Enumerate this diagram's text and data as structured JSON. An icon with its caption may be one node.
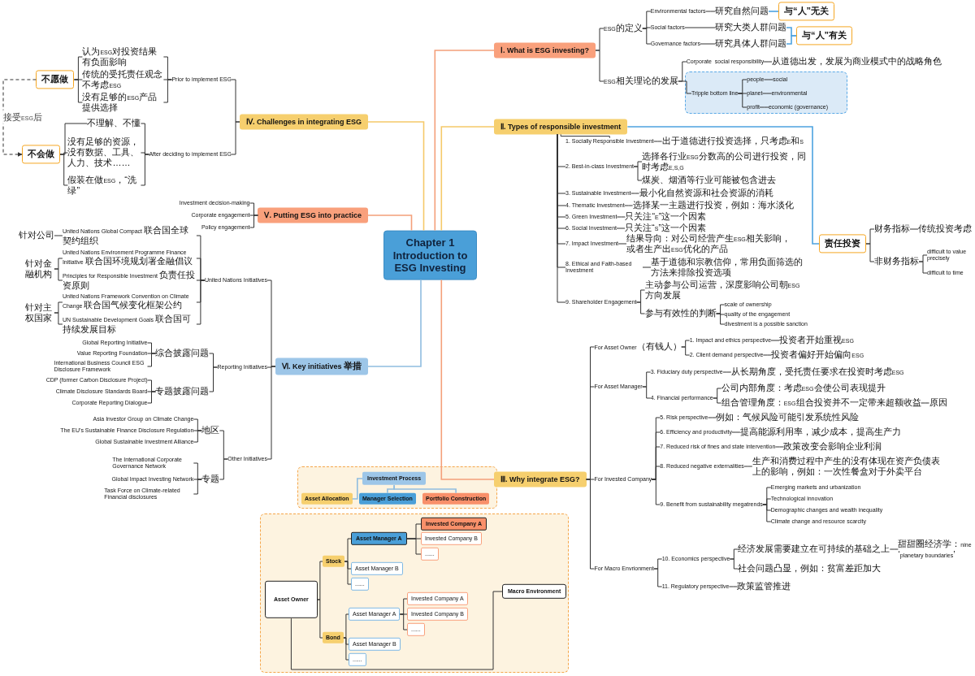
{
  "diagram": {
    "nodes": [
      {
        "text": [
          "Chapter 1 Introduction to ESG Investing"
        ]
      },
      {
        "text": [
          "Ⅰ. What is ESG investing?"
        ]
      },
      {
        "text": [
          "ESG的定义"
        ]
      },
      {
        "text": [
          "Environmental factors"
        ]
      },
      {
        "text": [
          "研究自然问题"
        ]
      },
      {
        "text": [
          "Social factors"
        ]
      },
      {
        "text": [
          "研究大类人群问题"
        ]
      },
      {
        "text": [
          "Governance factors"
        ]
      },
      {
        "text": [
          "研究具体人群问题"
        ]
      },
      {
        "text": [
          "与“人”无关"
        ]
      },
      {
        "text": [
          "与“人”有关"
        ]
      },
      {
        "text": [
          "ESG相关理论的发展"
        ]
      },
      {
        "text": [
          "Corporate  social responsibility"
        ]
      },
      {
        "text": [
          "从道德出发，发展为商业模式中的战略角色"
        ]
      },
      {
        "text": [],
        "shape": "box"
      },
      {
        "text": [
          "Tripple bottom line"
        ],
        "in": 14
      },
      {
        "text": [
          "people"
        ],
        "in": 14
      },
      {
        "text": [
          "social"
        ],
        "in": 14
      },
      {
        "text": [
          "planet"
        ],
        "in": 14
      },
      {
        "text": [
          "environmental"
        ],
        "in": 14
      },
      {
        "text": [
          "profit"
        ],
        "in": 14
      },
      {
        "text": [
          "economic (governance)"
        ],
        "in": 14
      },
      {
        "text": [
          "Ⅱ. Types of responsible investment"
        ]
      },
      {
        "text": [
          "1. Socially Responsible Investment"
        ]
      },
      {
        "text": [
          "出于道德进行投资选择，只考虑E和S"
        ]
      },
      {
        "text": [
          "2. Best-in-class Investment"
        ]
      },
      {
        "text": [
          "选择各行业ESG分数高的公司进行投资，同时考虑E,S,G"
        ]
      },
      {
        "text": [
          "煤炭、烟酒等行业可能被包含进去"
        ]
      },
      {
        "text": [
          "3. Sustainable Investment"
        ]
      },
      {
        "text": [
          "最小化自然资源和社会资源的消耗"
        ]
      },
      {
        "text": [
          "4. Thematic Investment"
        ]
      },
      {
        "text": [
          "选择某一主题进行投资，例如：海水淡化"
        ]
      },
      {
        "text": [
          "5. Green Investment"
        ]
      },
      {
        "text": [
          "只关注“E”这一个因素"
        ]
      },
      {
        "text": [
          "6. Social Investment"
        ]
      },
      {
        "text": [
          "只关注“S”这一个因素"
        ]
      },
      {
        "text": [
          "7. Impact Investment"
        ]
      },
      {
        "text": [
          "结果导向：对公司经营产生ESG相关影响，或者生产出ESG优化的产品"
        ]
      },
      {
        "text": [
          "8. Ethical and Faith-based Investment"
        ]
      },
      {
        "text": [
          "基于道德和宗教信仰，常用负面筛选的方法来排除投资选项"
        ]
      },
      {
        "text": [
          "9. Shareholder Engagement"
        ]
      },
      {
        "text": [
          "主动参与公司运营，深度影响公司朝ESG方向发展"
        ]
      },
      {
        "text": [
          "参与有效性的判断"
        ]
      },
      {
        "text": [
          "scale of ownership"
        ]
      },
      {
        "text": [
          "quality of the engagement"
        ]
      },
      {
        "text": [
          "divestment is a possible sanction"
        ]
      },
      {
        "text": [
          "责任投资"
        ]
      },
      {
        "text": [
          "财务指标"
        ]
      },
      {
        "text": [
          "传统投资考虑"
        ]
      },
      {
        "text": [
          "非财务指标"
        ]
      },
      {
        "text": [
          "difficult to value precisely"
        ]
      },
      {
        "text": [
          "difficult to time"
        ]
      },
      {
        "text": [
          "Ⅲ. Why integrate ESG?"
        ]
      },
      {
        "text": [
          "For Asset Owner（有钱人）"
        ]
      },
      {
        "text": [
          "1. Impact and ethics perspective"
        ]
      },
      {
        "text": [
          "投资者开始重视ESG"
        ]
      },
      {
        "text": [
          "2. Client demand perspective"
        ]
      },
      {
        "text": [
          "投资者偏好开始偏向ESG"
        ]
      },
      {
        "text": [
          "For Asset Manager"
        ]
      },
      {
        "text": [
          "3. Fiduciary duty perspective"
        ]
      },
      {
        "text": [
          "从长期角度，受托责任要求在投资时考虑ESG"
        ]
      },
      {
        "text": [
          "4. Financial performance"
        ]
      },
      {
        "text": [
          "公司内部角度：考虑ESG会使公司表现提升"
        ]
      },
      {
        "text": [
          "组合管理角度：ESG组合投资并不一定带来超额收益"
        ]
      },
      {
        "text": [
          "原因"
        ]
      },
      {
        "text": [
          "For Invested Company"
        ]
      },
      {
        "text": [
          "5. Risk perspective"
        ]
      },
      {
        "text": [
          "例如：气候风险可能引发系统性风险"
        ]
      },
      {
        "text": [
          "6. Efficiency and productivity"
        ]
      },
      {
        "text": [
          "提高能源利用率，减少成本，提高生产力"
        ]
      },
      {
        "text": [
          "7. Reduced risk of fines and state intervention"
        ]
      },
      {
        "text": [
          "政策改变会影响企业利润"
        ]
      },
      {
        "text": [
          "8. Reduced negative externalities"
        ]
      },
      {
        "text": [
          "生产和消费过程中产生的没有体现在资产负债表上的影响，例如：一次性餐盒对于外卖平台"
        ]
      },
      {
        "text": [
          "9. Benefit from sustainability megatrends"
        ]
      },
      {
        "text": [
          "Emerging markets and urbanization"
        ]
      },
      {
        "text": [
          "Technological innovation"
        ]
      },
      {
        "text": [
          "Demographic changes and wealth inequality"
        ]
      },
      {
        "text": [
          "Climate change and resource scarcity"
        ]
      },
      {
        "text": [
          "For Macro Envrionment"
        ]
      },
      {
        "text": [
          "10. Economics perspective"
        ]
      },
      {
        "text": [
          "经济发展需要建立在可持续的基础之上"
        ]
      },
      {
        "text": [
          "甜甜圈经济学：nine ‘planetary boundaries’"
        ]
      },
      {
        "text": [
          "社会问题凸显，例如：贫富差距加大"
        ]
      },
      {
        "text": [
          "11. Regulatory perspective"
        ]
      },
      {
        "text": [
          "政策监管推进"
        ]
      },
      {
        "text": [
          "Ⅳ. Challenges in integrating ESG"
        ]
      },
      {
        "text": [
          "Prior to implement ESG"
        ]
      },
      {
        "text": [
          "认为ESG对投资结果有负面影响"
        ]
      },
      {
        "text": [
          "传统的受托责任观念不考虑ESG"
        ]
      },
      {
        "text": [
          "没有足够的ESG产品提供选择"
        ]
      },
      {
        "text": [
          "不愿做"
        ]
      },
      {
        "text": [
          "After deciding to implement ESG"
        ]
      },
      {
        "text": [
          "不理解、不懂"
        ]
      },
      {
        "text": [
          "没有足够的资源，没有数据、工具、人力、技术……"
        ]
      },
      {
        "text": [
          "假装在做ESG，“洗绿”"
        ]
      },
      {
        "text": [
          "不会做"
        ]
      },
      {
        "text": [
          "Ⅴ. Putting ESG into practice"
        ]
      },
      {
        "text": [
          "Investment decision-making"
        ]
      },
      {
        "text": [
          "Corporate engagement"
        ]
      },
      {
        "text": [
          "Policy engagement"
        ]
      },
      {
        "text": [
          "Ⅵ. Key initiatives 举措"
        ]
      },
      {
        "text": [
          "United Nations Initiatives"
        ]
      },
      {
        "text": [
          "United Nations Global Compact 联合国全球契约组织"
        ]
      },
      {
        "text": [
          "针对公司"
        ]
      },
      {
        "text": [
          "United Nations Environment Programme Finance Initiative 联合国环境规划署金融倡议"
        ]
      },
      {
        "text": [
          "Principles for Responsible Investment 负责任投资原则"
        ]
      },
      {
        "text": [
          "针对金融机构"
        ]
      },
      {
        "text": [
          "United Nations Framework Convention on Climate Change 联合国气候变化框架公约"
        ]
      },
      {
        "text": [
          "UN Sustainable Development Goals 联合国可持续发展目标"
        ]
      },
      {
        "text": [
          "针对主权国家"
        ]
      },
      {
        "text": [
          "Reporting Initiatives"
        ]
      },
      {
        "text": [
          "综合披露问题"
        ]
      },
      {
        "text": [
          "Global Reporting Initiative"
        ]
      },
      {
        "text": [
          "Value Reporting Foundation"
        ]
      },
      {
        "text": [
          "International Business Council ESG Disclosure Framework"
        ]
      },
      {
        "text": [
          "专题披露问题"
        ]
      },
      {
        "text": [
          "CDP (former Carbon Disclosure Project)"
        ]
      },
      {
        "text": [
          "Climate Disclosure Standards Board"
        ]
      },
      {
        "text": [
          "Corporate Reporting Dialogue"
        ]
      },
      {
        "text": [
          "Other Initiatives"
        ]
      },
      {
        "text": [
          "地区"
        ]
      },
      {
        "text": [
          "Asia Investor Group on Climate Change"
        ]
      },
      {
        "text": [
          "The EU's Sustainable Finance Disclosure Regulation"
        ]
      },
      {
        "text": [
          "Global Sustainable Investment Alliance"
        ]
      },
      {
        "text": [
          "专题"
        ]
      },
      {
        "text": [
          "The International Corporate Governance Network"
        ]
      },
      {
        "text": [
          "Global Impact Investing Network"
        ]
      },
      {
        "text": [
          "Task Force on Climate-related Financial disclosures"
        ]
      },
      {
        "text": [],
        "shape": "box"
      },
      {
        "text": [
          "Investment Process"
        ],
        "in": 129
      },
      {
        "text": [
          "Asset Allocation"
        ],
        "in": 129
      },
      {
        "text": [
          "Manager Selection"
        ],
        "in": 129
      },
      {
        "text": [
          "Portfolio Construction"
        ],
        "in": 129
      },
      {
        "text": [],
        "shape": "box"
      },
      {
        "text": [
          "Asset Owner"
        ],
        "in": 134
      },
      {
        "text": [
          "Stock"
        ],
        "in": 134
      },
      {
        "text": [
          "Asset Manager A"
        ],
        "in": 134
      },
      {
        "text": [
          "Invested Company A"
        ],
        "in": 134
      },
      {
        "text": [
          "Invested Company B"
        ],
        "in": 134
      },
      {
        "text": [
          "......"
        ],
        "in": 134
      },
      {
        "text": [
          "Asset Manager B"
        ],
        "in": 134
      },
      {
        "text": [
          "......"
        ],
        "in": 134
      },
      {
        "text": [
          "Bond"
        ],
        "in": 134
      },
      {
        "text": [
          "Asset Manager A"
        ],
        "in": 134
      },
      {
        "text": [
          "Invested Company A"
        ],
        "in": 134
      },
      {
        "text": [
          "Invested Company B"
        ],
        "in": 134
      },
      {
        "text": [
          "......"
        ],
        "in": 134
      },
      {
        "text": [
          "Asset Manager B"
        ],
        "in": 134
      },
      {
        "text": [
          "......"
        ],
        "in": 134
      },
      {
        "text": [
          "Macro Environment"
        ],
        "in": 134
      }
    ],
    "edges": [
      {
        "from": 0,
        "to": 1,
        "arrow": "none",
        "color": "#f4a07a"
      },
      {
        "from": 0,
        "to": 22,
        "arrow": "none",
        "color": "#f5c96a"
      },
      {
        "from": 0,
        "to": 52,
        "arrow": "none",
        "color": "#f4a07a"
      },
      {
        "from": 0,
        "to": 86,
        "arrow": "none",
        "color": "#f5c96a"
      },
      {
        "from": 0,
        "to": 97,
        "arrow": "none",
        "color": "#f4a07a"
      },
      {
        "from": 0,
        "to": 101,
        "arrow": "none",
        "color": "#90bde0"
      },
      {
        "from": 1,
        "to": 2,
        "arrow": "none"
      },
      {
        "from": 2,
        "to": 3,
        "arrow": "none"
      },
      {
        "from": 3,
        "to": 4,
        "arrow": "none"
      },
      {
        "from": 2,
        "to": 5,
        "arrow": "none"
      },
      {
        "from": 5,
        "to": 6,
        "arrow": "none"
      },
      {
        "from": 2,
        "to": 7,
        "arrow": "none"
      },
      {
        "from": 7,
        "to": 8,
        "arrow": "none"
      },
      {
        "from": 4,
        "to": 9,
        "arrow": "none",
        "color": "#4da3e0"
      },
      {
        "from": 6,
        "to": 10,
        "arrow": "none",
        "color": "#4da3e0"
      },
      {
        "from": 8,
        "to": 10,
        "arrow": "none",
        "color": "#4da3e0"
      },
      {
        "from": 1,
        "to": 11,
        "arrow": "none"
      },
      {
        "from": 11,
        "to": 12,
        "arrow": "none"
      },
      {
        "from": 12,
        "to": 13,
        "arrow": "none"
      },
      {
        "from": 11,
        "to": 15,
        "arrow": "none"
      },
      {
        "from": 15,
        "to": 16,
        "arrow": "none"
      },
      {
        "from": 16,
        "to": 17,
        "arrow": "none"
      },
      {
        "from": 15,
        "to": 18,
        "arrow": "none"
      },
      {
        "from": 18,
        "to": 19,
        "arrow": "none"
      },
      {
        "from": 15,
        "to": 20,
        "arrow": "none"
      },
      {
        "from": 20,
        "to": 21,
        "arrow": "none"
      },
      {
        "from": 22,
        "to": 23,
        "arrow": "none"
      },
      {
        "from": 23,
        "to": 24,
        "arrow": "none"
      },
      {
        "from": 22,
        "to": 25,
        "arrow": "none"
      },
      {
        "from": 25,
        "to": 26,
        "arrow": "none"
      },
      {
        "from": 25,
        "to": 27,
        "arrow": "none"
      },
      {
        "from": 22,
        "to": 28,
        "arrow": "none"
      },
      {
        "from": 28,
        "to": 29,
        "arrow": "none"
      },
      {
        "from": 22,
        "to": 30,
        "arrow": "none"
      },
      {
        "from": 30,
        "to": 31,
        "arrow": "none"
      },
      {
        "from": 22,
        "to": 32,
        "arrow": "none"
      },
      {
        "from": 32,
        "to": 33,
        "arrow": "none"
      },
      {
        "from": 22,
        "to": 34,
        "arrow": "none"
      },
      {
        "from": 34,
        "to": 35,
        "arrow": "none"
      },
      {
        "from": 22,
        "to": 36,
        "arrow": "none"
      },
      {
        "from": 36,
        "to": 37,
        "arrow": "none"
      },
      {
        "from": 22,
        "to": 38,
        "arrow": "none"
      },
      {
        "from": 38,
        "to": 39,
        "arrow": "none"
      },
      {
        "from": 22,
        "to": 40,
        "arrow": "none"
      },
      {
        "from": 40,
        "to": 41,
        "arrow": "none"
      },
      {
        "from": 40,
        "to": 42,
        "arrow": "none"
      },
      {
        "from": 42,
        "to": 43,
        "arrow": "none"
      },
      {
        "from": 42,
        "to": 44,
        "arrow": "none"
      },
      {
        "from": 42,
        "to": 45,
        "arrow": "none"
      },
      {
        "from": 22,
        "to": 46,
        "arrow": "none",
        "color": "#4da3e0"
      },
      {
        "from": 46,
        "to": 47,
        "arrow": "none"
      },
      {
        "from": 47,
        "to": 48,
        "arrow": "none"
      },
      {
        "from": 46,
        "to": 49,
        "arrow": "none"
      },
      {
        "from": 49,
        "to": 50,
        "arrow": "none"
      },
      {
        "from": 49,
        "to": 51,
        "arrow": "none"
      },
      {
        "from": 52,
        "to": 53,
        "arrow": "none"
      },
      {
        "from": 53,
        "to": 54,
        "arrow": "none"
      },
      {
        "from": 54,
        "to": 55,
        "arrow": "none"
      },
      {
        "from": 53,
        "to": 56,
        "arrow": "none"
      },
      {
        "from": 56,
        "to": 57,
        "arrow": "none"
      },
      {
        "from": 52,
        "to": 58,
        "arrow": "none"
      },
      {
        "from": 58,
        "to": 59,
        "arrow": "none"
      },
      {
        "from": 59,
        "to": 60,
        "arrow": "none"
      },
      {
        "from": 58,
        "to": 61,
        "arrow": "none"
      },
      {
        "from": 61,
        "to": 62,
        "arrow": "none"
      },
      {
        "from": 61,
        "to": 63,
        "arrow": "none"
      },
      {
        "from": 63,
        "to": 64,
        "arrow": "none"
      },
      {
        "from": 52,
        "to": 65,
        "arrow": "none"
      },
      {
        "from": 65,
        "to": 66,
        "arrow": "none"
      },
      {
        "from": 66,
        "to": 67,
        "arrow": "none"
      },
      {
        "from": 65,
        "to": 68,
        "arrow": "none"
      },
      {
        "from": 68,
        "to": 69,
        "arrow": "none"
      },
      {
        "from": 65,
        "to": 70,
        "arrow": "none"
      },
      {
        "from": 70,
        "to": 71,
        "arrow": "none"
      },
      {
        "from": 65,
        "to": 72,
        "arrow": "none"
      },
      {
        "from": 72,
        "to": 73,
        "arrow": "none"
      },
      {
        "from": 65,
        "to": 74,
        "arrow": "none"
      },
      {
        "from": 74,
        "to": 75,
        "arrow": "none"
      },
      {
        "from": 74,
        "to": 76,
        "arrow": "none"
      },
      {
        "from": 74,
        "to": 77,
        "arrow": "none"
      },
      {
        "from": 74,
        "to": 78,
        "arrow": "none"
      },
      {
        "from": 52,
        "to": 79,
        "arrow": "none"
      },
      {
        "from": 79,
        "to": 80,
        "arrow": "none"
      },
      {
        "from": 80,
        "to": 81,
        "arrow": "none"
      },
      {
        "from": 81,
        "to": 82,
        "arrow": "none"
      },
      {
        "from": 80,
        "to": 83,
        "arrow": "none"
      },
      {
        "from": 79,
        "to": 84,
        "arrow": "none"
      },
      {
        "from": 84,
        "to": 85,
        "arrow": "none"
      },
      {
        "from": 86,
        "to": 87,
        "arrow": "none"
      },
      {
        "from": 87,
        "to": 88,
        "arrow": "none"
      },
      {
        "from": 87,
        "to": 89,
        "arrow": "none"
      },
      {
        "from": 87,
        "to": 90,
        "arrow": "none"
      },
      {
        "from": 88,
        "to": 91,
        "arrow": "none"
      },
      {
        "from": 89,
        "to": 91,
        "arrow": "none"
      },
      {
        "from": 90,
        "to": 91,
        "arrow": "none"
      },
      {
        "from": 86,
        "to": 92,
        "arrow": "none"
      },
      {
        "from": 92,
        "to": 93,
        "arrow": "none"
      },
      {
        "from": 92,
        "to": 94,
        "arrow": "none"
      },
      {
        "from": 92,
        "to": 95,
        "arrow": "none"
      },
      {
        "from": 93,
        "to": 96,
        "arrow": "none"
      },
      {
        "from": 94,
        "to": 96,
        "arrow": "none"
      },
      {
        "from": 95,
        "to": 96,
        "arrow": "none"
      },
      {
        "from": 91,
        "to": 96,
        "arrow": "to",
        "style": "dashed",
        "label": "接受ESG后"
      },
      {
        "from": 97,
        "to": 98,
        "arrow": "none"
      },
      {
        "from": 97,
        "to": 99,
        "arrow": "none"
      },
      {
        "from": 97,
        "to": 100,
        "arrow": "none"
      },
      {
        "from": 101,
        "to": 102,
        "arrow": "none"
      },
      {
        "from": 102,
        "to": 103,
        "arrow": "none"
      },
      {
        "from": 103,
        "to": 104,
        "arrow": "none"
      },
      {
        "from": 102,
        "to": 105,
        "arrow": "none"
      },
      {
        "from": 102,
        "to": 106,
        "arrow": "none"
      },
      {
        "from": 105,
        "to": 107,
        "arrow": "none"
      },
      {
        "from": 106,
        "to": 107,
        "arrow": "none"
      },
      {
        "from": 102,
        "to": 108,
        "arrow": "none"
      },
      {
        "from": 102,
        "to": 109,
        "arrow": "none"
      },
      {
        "from": 108,
        "to": 110,
        "arrow": "none"
      },
      {
        "from": 109,
        "to": 110,
        "arrow": "none"
      },
      {
        "from": 101,
        "to": 111,
        "arrow": "none"
      },
      {
        "from": 111,
        "to": 112,
        "arrow": "none"
      },
      {
        "from": 112,
        "to": 113,
        "arrow": "none"
      },
      {
        "from": 112,
        "to": 114,
        "arrow": "none"
      },
      {
        "from": 112,
        "to": 115,
        "arrow": "none"
      },
      {
        "from": 111,
        "to": 116,
        "arrow": "none"
      },
      {
        "from": 116,
        "to": 117,
        "arrow": "none"
      },
      {
        "from": 116,
        "to": 118,
        "arrow": "none"
      },
      {
        "from": 116,
        "to": 119,
        "arrow": "none"
      },
      {
        "from": 101,
        "to": 120,
        "arrow": "none"
      },
      {
        "from": 120,
        "to": 121,
        "arrow": "none"
      },
      {
        "from": 121,
        "to": 122,
        "arrow": "none"
      },
      {
        "from": 121,
        "to": 123,
        "arrow": "none"
      },
      {
        "from": 121,
        "to": 124,
        "arrow": "none"
      },
      {
        "from": 120,
        "to": 125,
        "arrow": "none"
      },
      {
        "from": 125,
        "to": 126,
        "arrow": "none"
      },
      {
        "from": 125,
        "to": 127,
        "arrow": "none"
      },
      {
        "from": 125,
        "to": 128,
        "arrow": "none"
      },
      {
        "from": 130,
        "to": 131,
        "arrow": "none",
        "color": "#90bde0"
      },
      {
        "from": 130,
        "to": 132,
        "arrow": "none",
        "color": "#90bde0"
      },
      {
        "from": 130,
        "to": 133,
        "arrow": "none",
        "color": "#90bde0"
      },
      {
        "from": 135,
        "to": 136,
        "arrow": "none"
      },
      {
        "from": 136,
        "to": 137,
        "arrow": "none"
      },
      {
        "from": 137,
        "to": 138,
        "arrow": "none"
      },
      {
        "from": 137,
        "to": 139,
        "arrow": "none"
      },
      {
        "from": 137,
        "to": 140,
        "arrow": "none"
      },
      {
        "from": 136,
        "to": 141,
        "arrow": "none"
      },
      {
        "from": 136,
        "to": 142,
        "arrow": "none"
      },
      {
        "from": 135,
        "to": 143,
        "arrow": "none"
      },
      {
        "from": 143,
        "to": 144,
        "arrow": "none"
      },
      {
        "from": 144,
        "to": 145,
        "arrow": "none"
      },
      {
        "from": 144,
        "to": 146,
        "arrow": "none"
      },
      {
        "from": 144,
        "to": 147,
        "arrow": "none"
      },
      {
        "from": 143,
        "to": 148,
        "arrow": "none"
      },
      {
        "from": 143,
        "to": 149,
        "arrow": "none"
      },
      {
        "from": 135,
        "to": 150,
        "arrow": "none"
      }
    ]
  }
}
